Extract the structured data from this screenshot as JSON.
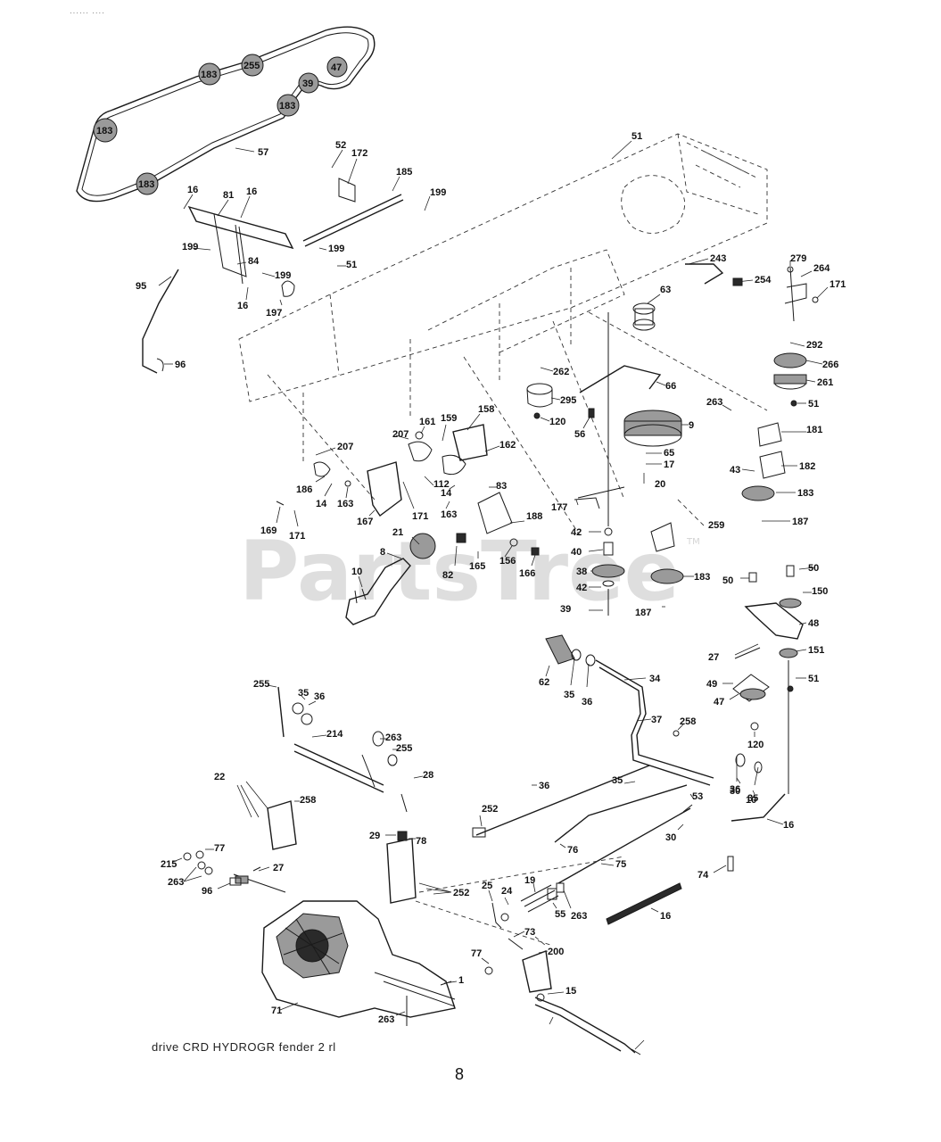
{
  "page": {
    "header_mark": "······  ····",
    "caption": "drive CRD HYDROGR fender 2 rl",
    "page_number": "8",
    "watermark": "PartsTree",
    "watermark_tm": "TM"
  },
  "belt_pulley_labels": [
    "183",
    "255",
    "47",
    "39",
    "183",
    "183",
    "183"
  ],
  "callouts": [
    {
      "id": "c57",
      "label": "57"
    },
    {
      "id": "c51a",
      "label": "51"
    },
    {
      "id": "c52",
      "label": "52"
    },
    {
      "id": "c172",
      "label": "172"
    },
    {
      "id": "c185",
      "label": "185"
    },
    {
      "id": "c199a",
      "label": "199"
    },
    {
      "id": "c16a",
      "label": "16"
    },
    {
      "id": "c81",
      "label": "81"
    },
    {
      "id": "c16b",
      "label": "16"
    },
    {
      "id": "c199b",
      "label": "199"
    },
    {
      "id": "c199c",
      "label": "199"
    },
    {
      "id": "c84",
      "label": "84"
    },
    {
      "id": "c51b",
      "label": "51"
    },
    {
      "id": "c199d",
      "label": "199"
    },
    {
      "id": "c95",
      "label": "95"
    },
    {
      "id": "c16c",
      "label": "16"
    },
    {
      "id": "c197",
      "label": "197"
    },
    {
      "id": "c96a",
      "label": "96"
    },
    {
      "id": "c243",
      "label": "243"
    },
    {
      "id": "c254",
      "label": "254"
    },
    {
      "id": "c279",
      "label": "279"
    },
    {
      "id": "c264",
      "label": "264"
    },
    {
      "id": "c171a",
      "label": "171"
    },
    {
      "id": "c63",
      "label": "63"
    },
    {
      "id": "c292",
      "label": "292"
    },
    {
      "id": "c266",
      "label": "266"
    },
    {
      "id": "c261",
      "label": "261"
    },
    {
      "id": "c51c",
      "label": "51"
    },
    {
      "id": "c262",
      "label": "262"
    },
    {
      "id": "c66",
      "label": "66"
    },
    {
      "id": "c295",
      "label": "295"
    },
    {
      "id": "c120a",
      "label": "120"
    },
    {
      "id": "c56",
      "label": "56"
    },
    {
      "id": "c9",
      "label": "9"
    },
    {
      "id": "c263a",
      "label": "263"
    },
    {
      "id": "c181",
      "label": "181"
    },
    {
      "id": "c65",
      "label": "65"
    },
    {
      "id": "c17",
      "label": "17"
    },
    {
      "id": "c182",
      "label": "182"
    },
    {
      "id": "c43",
      "label": "43"
    },
    {
      "id": "c20",
      "label": "20"
    },
    {
      "id": "c183a",
      "label": "183"
    },
    {
      "id": "c187a",
      "label": "187"
    },
    {
      "id": "c158",
      "label": "158"
    },
    {
      "id": "c161",
      "label": "161"
    },
    {
      "id": "c159",
      "label": "159"
    },
    {
      "id": "c207a",
      "label": "207"
    },
    {
      "id": "c207b",
      "label": "207"
    },
    {
      "id": "c162",
      "label": "162"
    },
    {
      "id": "c112",
      "label": "112"
    },
    {
      "id": "c83",
      "label": "83"
    },
    {
      "id": "c14a",
      "label": "14"
    },
    {
      "id": "c186",
      "label": "186"
    },
    {
      "id": "c14b",
      "label": "14"
    },
    {
      "id": "c163a",
      "label": "163"
    },
    {
      "id": "c163b",
      "label": "163"
    },
    {
      "id": "c167",
      "label": "167"
    },
    {
      "id": "c171b",
      "label": "171"
    },
    {
      "id": "c169",
      "label": "169"
    },
    {
      "id": "c171c",
      "label": "171"
    },
    {
      "id": "c177",
      "label": "177"
    },
    {
      "id": "c188",
      "label": "188"
    },
    {
      "id": "c42a",
      "label": "42"
    },
    {
      "id": "c259",
      "label": "259"
    },
    {
      "id": "c21",
      "label": "21"
    },
    {
      "id": "c40",
      "label": "40"
    },
    {
      "id": "c8",
      "label": "8"
    },
    {
      "id": "c82",
      "label": "82"
    },
    {
      "id": "c165",
      "label": "165"
    },
    {
      "id": "c156",
      "label": "156"
    },
    {
      "id": "c166",
      "label": "166"
    },
    {
      "id": "c38",
      "label": "38"
    },
    {
      "id": "c183b",
      "label": "183"
    },
    {
      "id": "c10a",
      "label": "10"
    },
    {
      "id": "c42b",
      "label": "42"
    },
    {
      "id": "c50a",
      "label": "50"
    },
    {
      "id": "c50b",
      "label": "50"
    },
    {
      "id": "c150",
      "label": "150"
    },
    {
      "id": "c39",
      "label": "39"
    },
    {
      "id": "c187b",
      "label": "187"
    },
    {
      "id": "c48",
      "label": "48"
    },
    {
      "id": "c27a",
      "label": "27"
    },
    {
      "id": "c151",
      "label": "151"
    },
    {
      "id": "c62",
      "label": "62"
    },
    {
      "id": "c35a",
      "label": "35"
    },
    {
      "id": "c36a",
      "label": "36"
    },
    {
      "id": "c34",
      "label": "34"
    },
    {
      "id": "c49",
      "label": "49"
    },
    {
      "id": "c47",
      "label": "47"
    },
    {
      "id": "c51d",
      "label": "51"
    },
    {
      "id": "c255a",
      "label": "255"
    },
    {
      "id": "c35b",
      "label": "35"
    },
    {
      "id": "c36b",
      "label": "36"
    },
    {
      "id": "c37",
      "label": "37"
    },
    {
      "id": "c214",
      "label": "214"
    },
    {
      "id": "c258a",
      "label": "258"
    },
    {
      "id": "c120b",
      "label": "120"
    },
    {
      "id": "c36c",
      "label": "36"
    },
    {
      "id": "c35c",
      "label": "35"
    },
    {
      "id": "c263b",
      "label": "263"
    },
    {
      "id": "c255b",
      "label": "255"
    },
    {
      "id": "c22",
      "label": "22"
    },
    {
      "id": "c28",
      "label": "28"
    },
    {
      "id": "c36d",
      "label": "36"
    },
    {
      "id": "c35d",
      "label": "35"
    },
    {
      "id": "c30a",
      "label": "30"
    },
    {
      "id": "c10b",
      "label": "10"
    },
    {
      "id": "c258b",
      "label": "258"
    },
    {
      "id": "c53",
      "label": "53"
    },
    {
      "id": "c252a",
      "label": "252"
    },
    {
      "id": "c16d",
      "label": "16"
    },
    {
      "id": "c30b",
      "label": "30"
    },
    {
      "id": "c29",
      "label": "29"
    },
    {
      "id": "c78",
      "label": "78"
    },
    {
      "id": "c76",
      "label": "76"
    },
    {
      "id": "c77a",
      "label": "77"
    },
    {
      "id": "c215",
      "label": "215"
    },
    {
      "id": "c27b",
      "label": "27"
    },
    {
      "id": "c75",
      "label": "75"
    },
    {
      "id": "c74",
      "label": "74"
    },
    {
      "id": "c263c",
      "label": "263"
    },
    {
      "id": "c96b",
      "label": "96"
    },
    {
      "id": "c252b",
      "label": "252"
    },
    {
      "id": "c25",
      "label": "25"
    },
    {
      "id": "c24",
      "label": "24"
    },
    {
      "id": "c19",
      "label": "19"
    },
    {
      "id": "c55",
      "label": "55"
    },
    {
      "id": "c263d",
      "label": "263"
    },
    {
      "id": "c16e",
      "label": "16"
    },
    {
      "id": "c73",
      "label": "73"
    },
    {
      "id": "c77b",
      "label": "77"
    },
    {
      "id": "c200",
      "label": "200"
    },
    {
      "id": "c1",
      "label": "1"
    },
    {
      "id": "c15",
      "label": "15"
    },
    {
      "id": "c71",
      "label": "71"
    },
    {
      "id": "c263e",
      "label": "263"
    }
  ]
}
